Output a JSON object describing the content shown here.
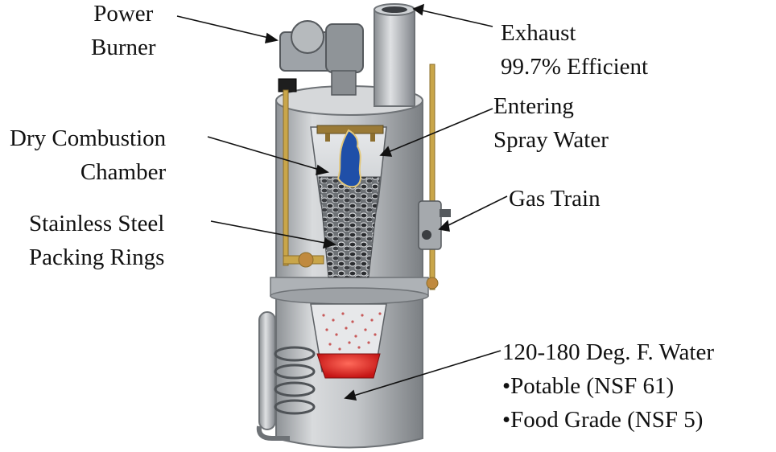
{
  "labels": {
    "power_burner": [
      "Power",
      "Burner"
    ],
    "exhaust": [
      "Exhaust",
      "99.7% Efficient"
    ],
    "spray_water": [
      "Entering",
      "Spray Water"
    ],
    "dry_combustion": [
      "Dry Combustion",
      "Chamber"
    ],
    "gas_train": [
      "Gas Train"
    ],
    "stainless_steel": [
      "Stainless Steel",
      "Packing Rings"
    ],
    "water": [
      "120-180 Deg. F. Water",
      "•Potable (NSF 61)",
      "•Food Grade (NSF 5)"
    ]
  },
  "colors": {
    "shell": "#b9bcbf",
    "flame": "#1f4fa8",
    "hot_water": "#d21f1f",
    "pipe_brass": "#c9a64a"
  }
}
